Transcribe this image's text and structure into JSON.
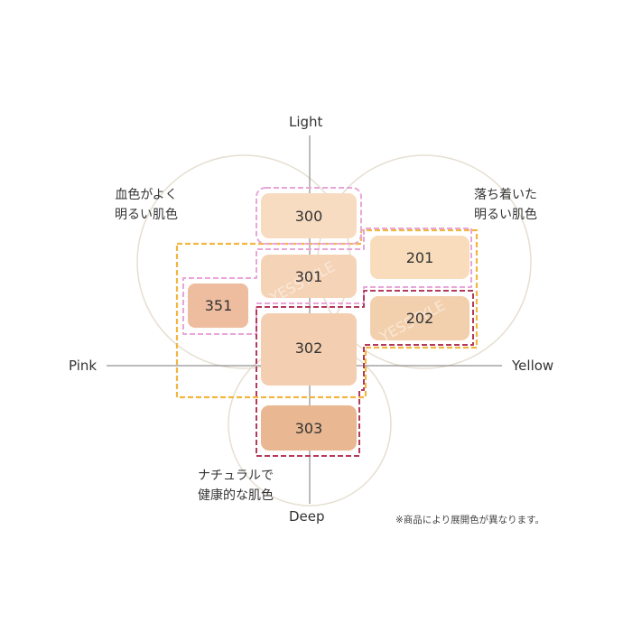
{
  "axes": {
    "top": "Light",
    "bottom": "Deep",
    "left": "Pink",
    "right": "Yellow"
  },
  "descriptions": {
    "top_left": [
      "血色がよく",
      "明るい肌色"
    ],
    "top_right": [
      "落ち着いた",
      "明るい肌色"
    ],
    "bottom": [
      "ナチュラルで",
      "健康的な肌色"
    ]
  },
  "shades": [
    "300",
    "301",
    "351",
    "302",
    "303",
    "201",
    "202"
  ],
  "note": "※商品により展開色が異なります。",
  "watermark": "YESSTYLE",
  "colors": {
    "swatch_300": "#f8dcc1",
    "swatch_301": "#f5d3b6",
    "swatch_351": "#eebda0",
    "swatch_302": "#f4ceb0",
    "swatch_303": "#e9b893",
    "swatch_201": "#f8dcbb",
    "swatch_202": "#f3d0ad",
    "pink_group": "#e8a6d8",
    "yellow_group": "#f2b641",
    "red_group": "#b23a5b",
    "circles": "#e6dfd2",
    "axis_line": "#777777"
  }
}
